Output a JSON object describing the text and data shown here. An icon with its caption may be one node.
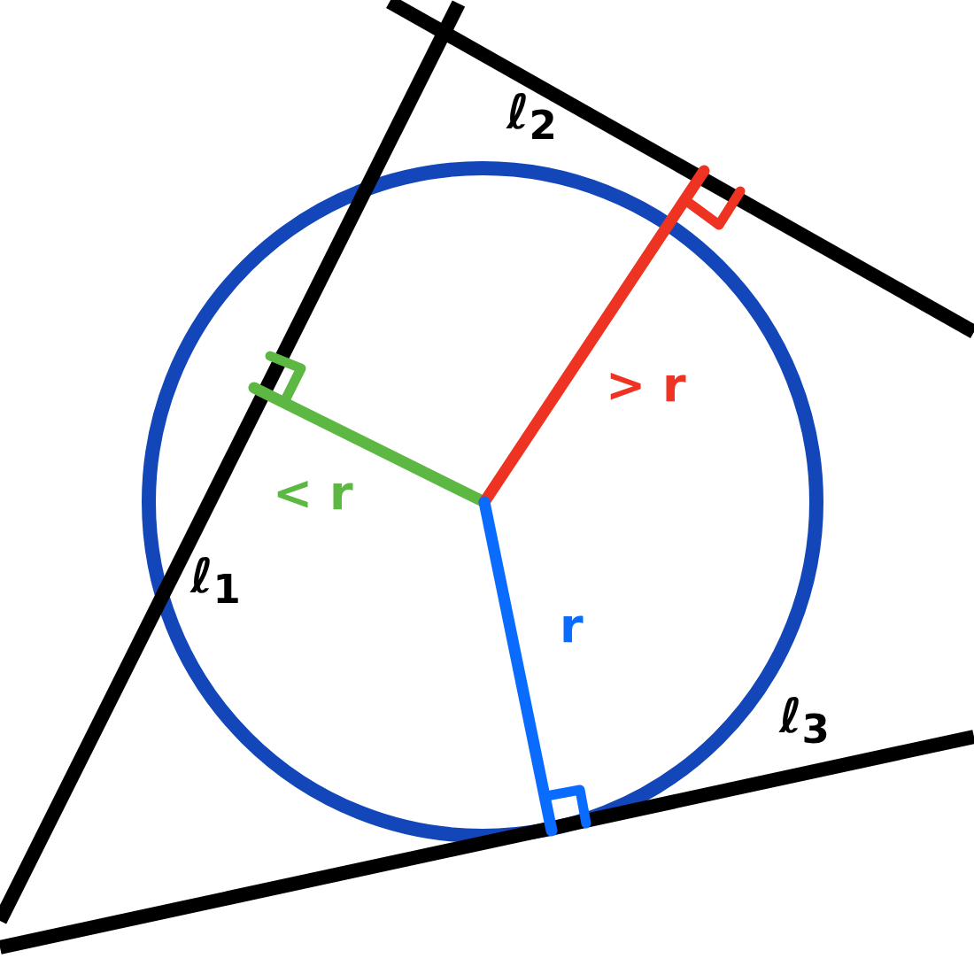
{
  "diagram": {
    "labels": [
      "ℓ$_{2}$",
      "> r",
      "< r",
      "ℓ$_{1}$",
      "r",
      "ℓ$_{3}$"
    ]
  }
}
